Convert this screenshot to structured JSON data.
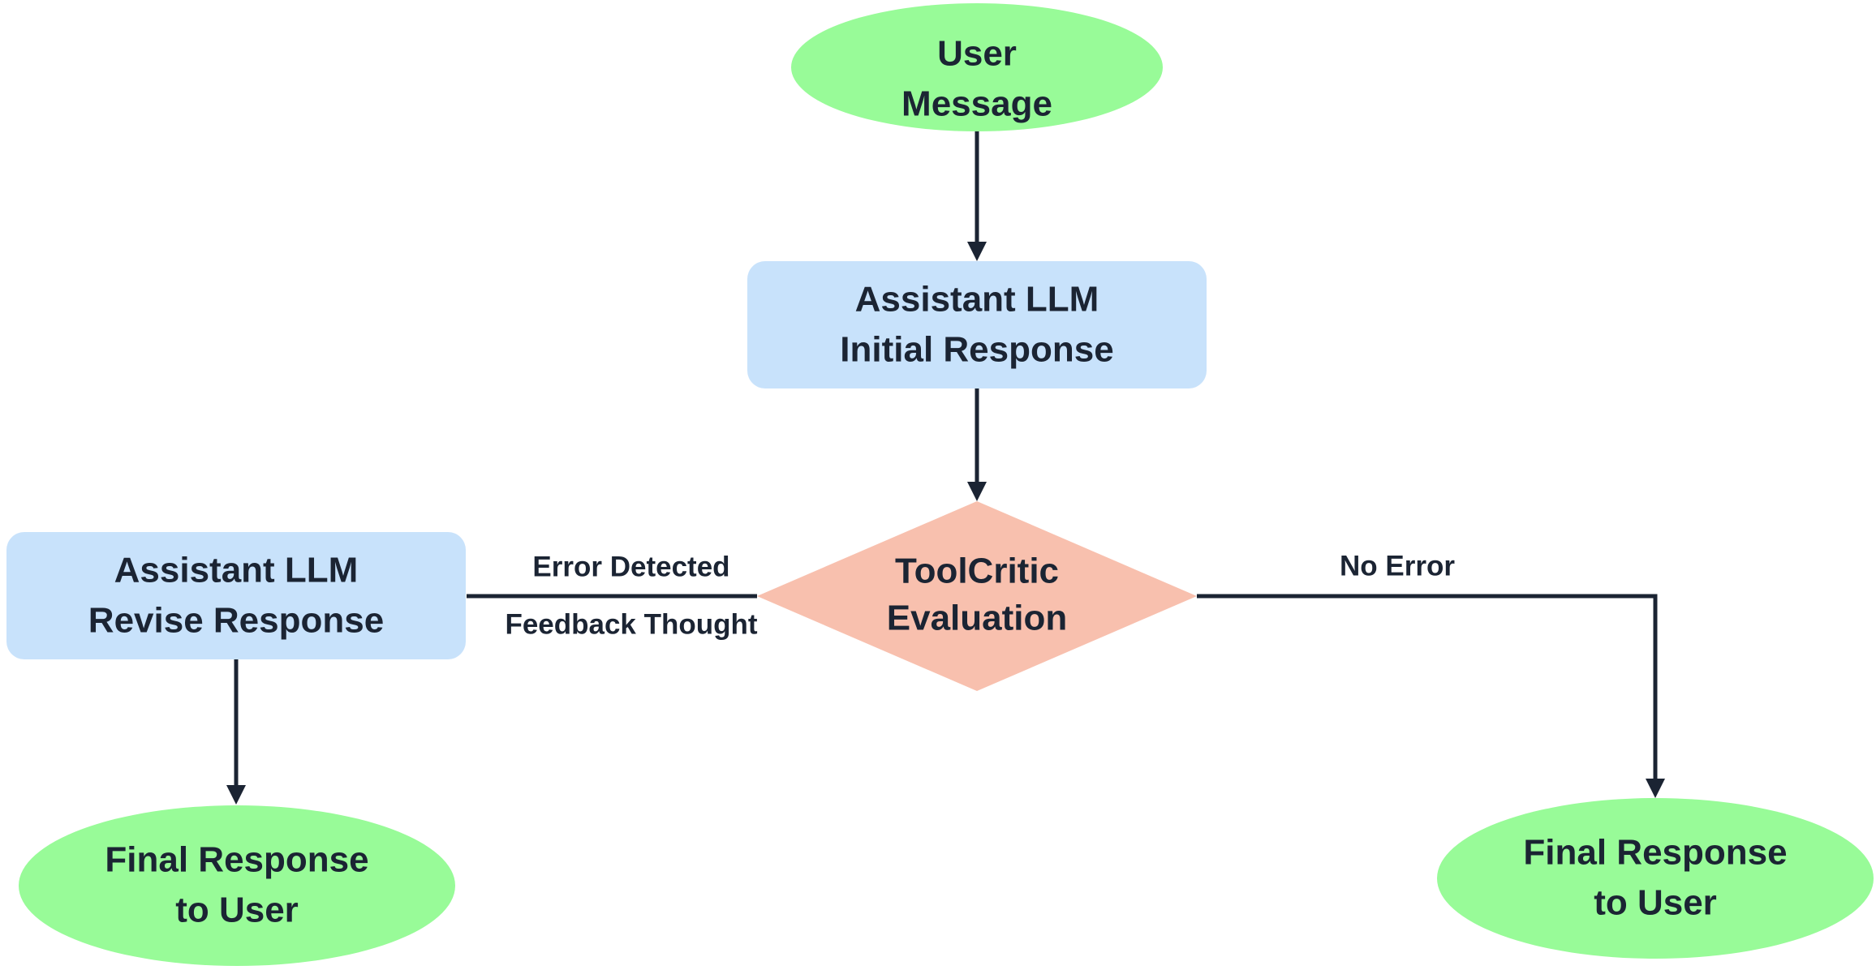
{
  "nodes": {
    "user_message": {
      "line1": "User",
      "line2": "Message"
    },
    "initial_response": {
      "line1": "Assistant LLM",
      "line2": "Initial Response"
    },
    "toolcritic": {
      "line1": "ToolCritic",
      "line2": "Evaluation"
    },
    "revise_response": {
      "line1": "Assistant LLM",
      "line2": "Revise Response"
    },
    "final_left": {
      "line1": "Final Response",
      "line2": "to User"
    },
    "final_right": {
      "line1": "Final Response",
      "line2": "to User"
    }
  },
  "edges": {
    "error_detected": "Error Detected",
    "feedback_thought": "Feedback Thought",
    "no_error": "No Error"
  },
  "colors": {
    "terminal_fill": "#98fb98",
    "process_fill": "#c8e2fb",
    "decision_fill": "#f8c0ae",
    "line_and_text": "#1b2433"
  }
}
